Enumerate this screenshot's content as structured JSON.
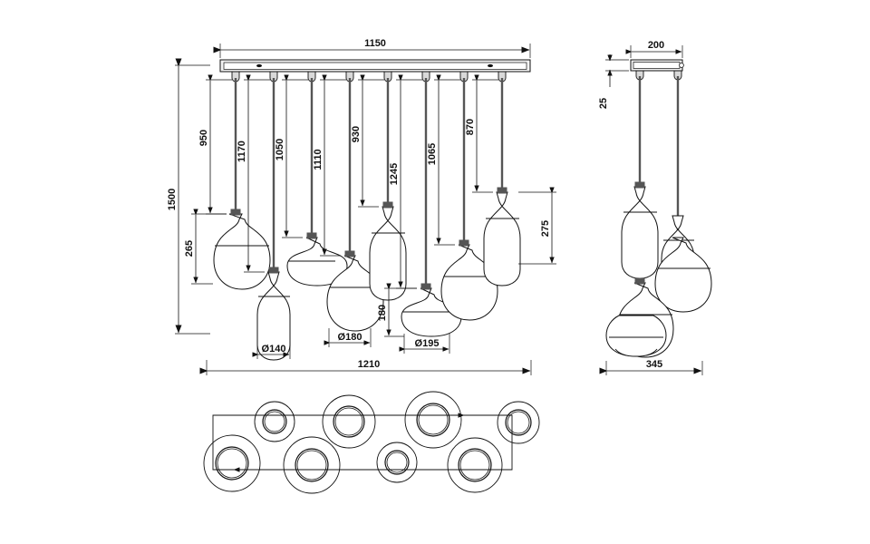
{
  "drawing": {
    "title": "Multi-pendant lamp technical drawing",
    "units": "mm",
    "line_color": "#111111",
    "background": "#ffffff",
    "canopy_fill": "#f2f2f2"
  },
  "views": {
    "front": {
      "name": "front-elevation",
      "overall_height": "1500",
      "canopy_width": "1150",
      "spread_width": "1210",
      "drop_lengths": [
        "950",
        "1170",
        "1050",
        "1110",
        "930",
        "1245",
        "1065",
        "870"
      ],
      "shade_heights": [
        "265",
        "180",
        "275"
      ],
      "shade_diameters": [
        "Ø140",
        "Ø180",
        "Ø195"
      ]
    },
    "side": {
      "name": "side-elevation",
      "canopy_depth": "200",
      "canopy_thickness": "25",
      "cluster_width": "345"
    },
    "plan": {
      "name": "plan-view",
      "shade_count": 8
    }
  },
  "dimensions": {
    "d1500": "1500",
    "d1150": "1150",
    "d1210": "1210",
    "d950": "950",
    "d1170": "1170",
    "d1050": "1050",
    "d1110": "1110",
    "d930": "930",
    "d1245": "1245",
    "d1065": "1065",
    "d870": "870",
    "d265": "265",
    "d180": "180",
    "d275": "275",
    "d140": "Ø140",
    "d180dia": "Ø180",
    "d195dia": "Ø195",
    "d200": "200",
    "d25": "25",
    "d345": "345"
  }
}
